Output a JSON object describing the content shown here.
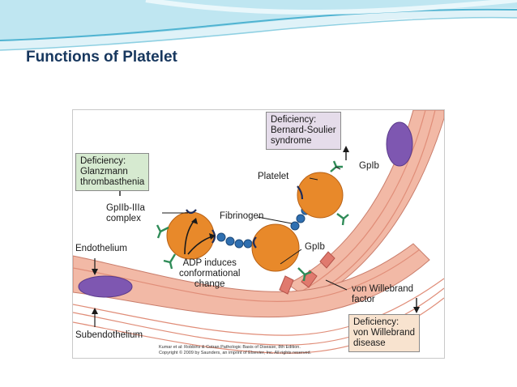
{
  "slide": {
    "title": "Functions of Platelet"
  },
  "figure": {
    "labels": {
      "platelet": "Platelet",
      "gpib_top": "GpIb",
      "fibrinogen": "Fibrinogen",
      "gpib_mid": "GpIb",
      "gpiib_line1": "GpIIb-IIIa",
      "gpiib_line2": "complex",
      "endothelium": "Endothelium",
      "adp_line1": "ADP induces",
      "adp_line2": "conformational",
      "adp_line3": "change",
      "vwf_line1": "von Willebrand",
      "vwf_line2": "factor",
      "subendothelium": "Subendothelium"
    },
    "boxes": {
      "glanzmann": [
        "Deficiency:",
        "Glanzmann",
        "thrombasthenia"
      ],
      "bernard": [
        "Deficiency:",
        "Bernard-Soulier",
        "syndrome"
      ],
      "vwd": [
        "Deficiency:",
        "von Willebrand",
        "disease"
      ]
    },
    "citation": {
      "line1": "Kumar et al: Robbins & Cotran Pathologic Basis of Disease, 8th Edition.",
      "line2": "Copyright © 2009 by Saunders, an imprint of Elsevier, Inc. All rights reserved."
    },
    "colors": {
      "platelet": "#e8892a",
      "vessel_wall": "#f2b9a6",
      "nucleus": "#7e57b1",
      "fibrinogen": "#2f6fb0",
      "receptor": "#2e8b57",
      "vwf": "#e07a6e",
      "title": "#17375e"
    }
  }
}
